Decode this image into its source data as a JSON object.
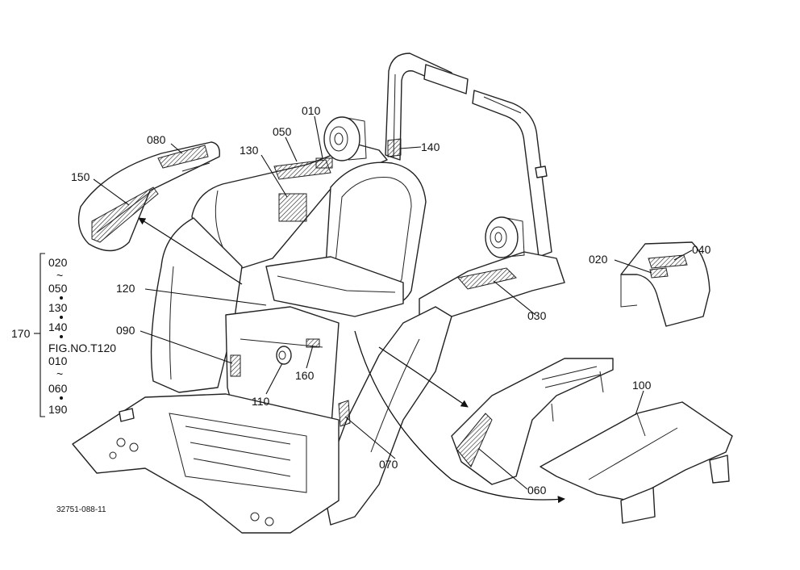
{
  "figure": {
    "part_labels": [
      {
        "id": "p010",
        "text": "010"
      },
      {
        "id": "p050",
        "text": "050"
      },
      {
        "id": "p080",
        "text": "080"
      },
      {
        "id": "p130",
        "text": "130"
      },
      {
        "id": "p140",
        "text": "140"
      },
      {
        "id": "p150",
        "text": "150"
      },
      {
        "id": "p020",
        "text": "020"
      },
      {
        "id": "p040",
        "text": "040"
      },
      {
        "id": "p120",
        "text": "120"
      },
      {
        "id": "p030",
        "text": "030"
      },
      {
        "id": "p090",
        "text": "090"
      },
      {
        "id": "p160",
        "text": "160"
      },
      {
        "id": "p110",
        "text": "110"
      },
      {
        "id": "p100",
        "text": "100"
      },
      {
        "id": "p070",
        "text": "070"
      },
      {
        "id": "p060",
        "text": "060"
      }
    ],
    "kit": {
      "number": "170",
      "contents": [
        "020",
        "~",
        "050",
        "130",
        "140",
        "FIG.NO.T120",
        "010",
        "~",
        "060",
        "190"
      ]
    },
    "drawing_code": "32751-088-11"
  }
}
